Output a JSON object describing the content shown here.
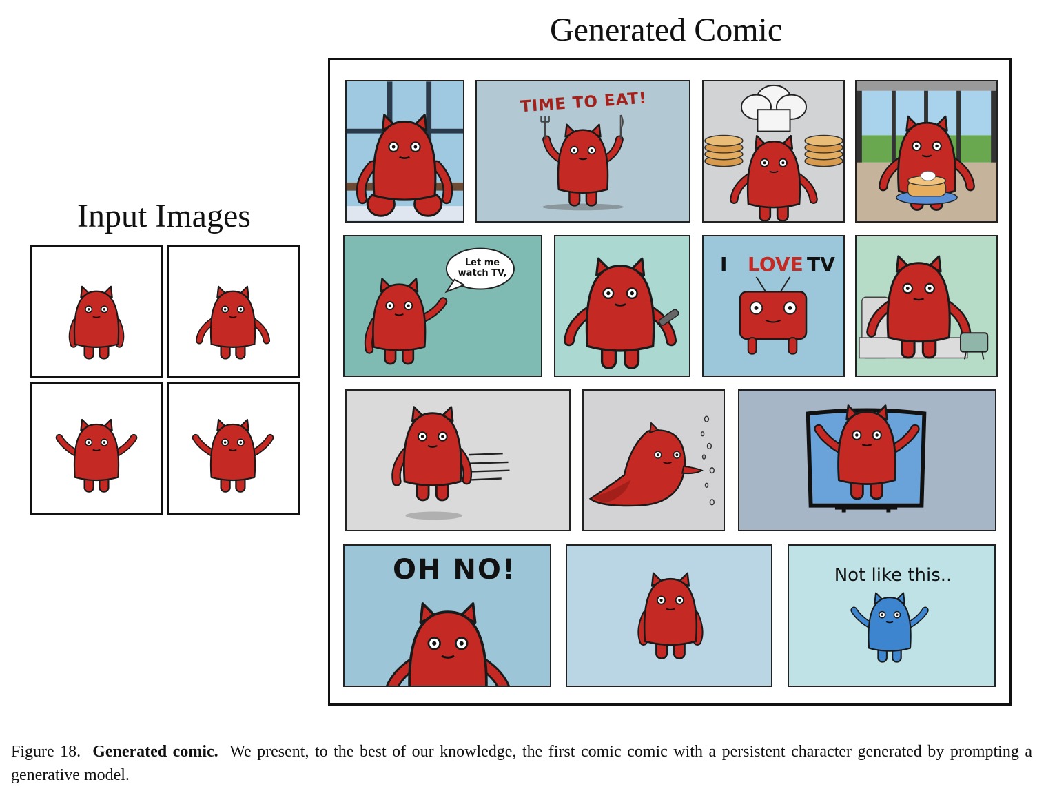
{
  "input_section": {
    "title": "Input Images"
  },
  "comic_section": {
    "title": "Generated Comic",
    "texts": {
      "time_to_eat": "TIME TO EAT!",
      "speech_bubble_line1": "Let me",
      "speech_bubble_line2": "watch TV,",
      "i_love_tv_i": "I",
      "i_love_tv_love": "LOVE",
      "i_love_tv_tv": "TV",
      "oh_no": "OH  NO!",
      "not_like_this": "Not like this.."
    }
  },
  "caption": {
    "label": "Figure 18.",
    "bold": "Generated comic.",
    "text": "We present, to the best of our knowledge, the first comic comic with a persistent character generated by prompting a generative model."
  },
  "colors": {
    "character_red": "#c42a23",
    "character_blue": "#3d86cf",
    "outline": "#1a1a1a"
  }
}
